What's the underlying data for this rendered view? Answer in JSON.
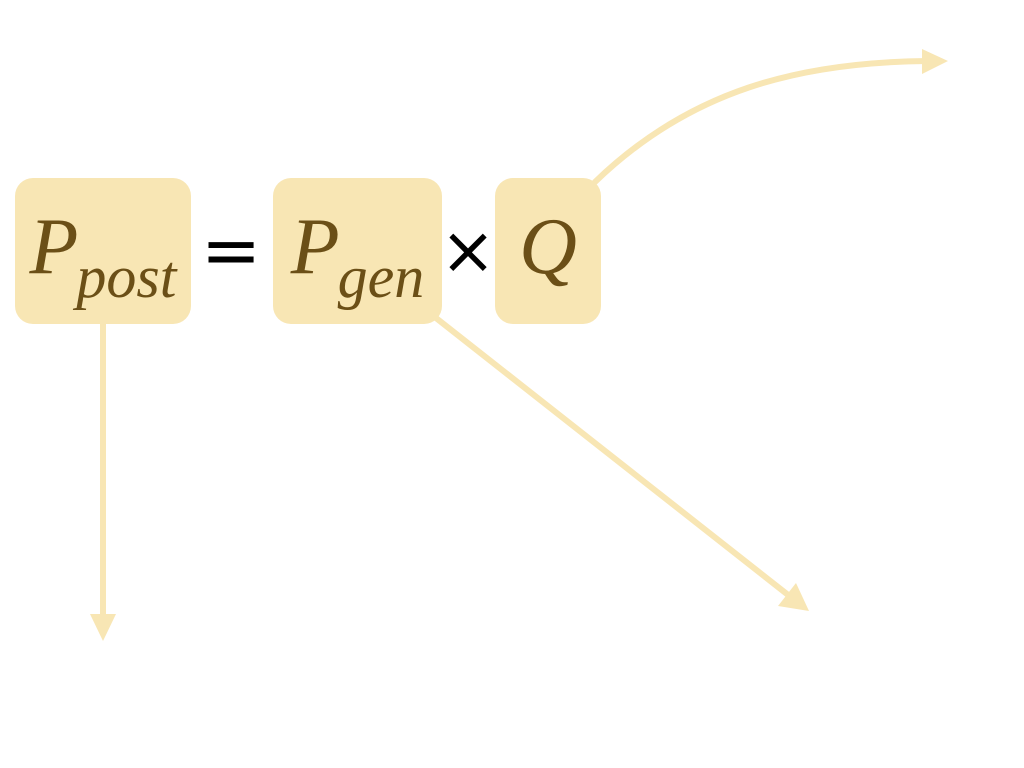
{
  "equation": {
    "lhs": {
      "symbol": "P",
      "subscript": "post"
    },
    "equals": "=",
    "term1": {
      "symbol": "P",
      "subscript": "gen"
    },
    "times": "×",
    "term2": {
      "symbol": "Q"
    }
  },
  "colors": {
    "box_fill": "#f8e6b4",
    "term_text": "#6b4f17",
    "arrow": "#f8e6b4",
    "operator": "#000000"
  },
  "arrows": [
    {
      "from": "P_post",
      "direction": "down"
    },
    {
      "from": "P_gen",
      "direction": "down-right"
    },
    {
      "from": "Q",
      "direction": "up-right"
    }
  ]
}
